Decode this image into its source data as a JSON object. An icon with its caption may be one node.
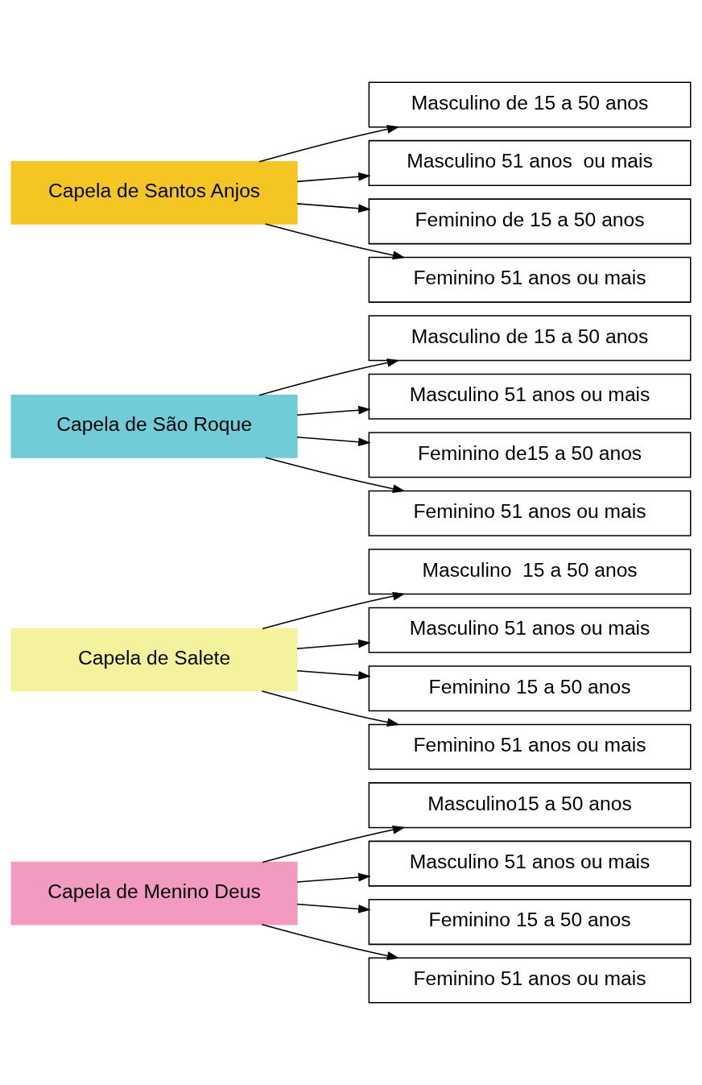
{
  "diagram": {
    "nodes": [
      {
        "text": [
          "Capela de Menino Deus"
        ]
      },
      {
        "text": [
          "Masculino15 a 50 anos"
        ]
      },
      {
        "text": [
          "Masculino 51 anos ou mais"
        ]
      },
      {
        "text": [
          "Feminino 15 a 50 anos"
        ]
      },
      {
        "text": [
          "Feminino 51 anos ou mais"
        ]
      },
      {
        "text": [
          "Capela de Salete"
        ]
      },
      {
        "text": [
          "Masculino  15 a 50 anos"
        ]
      },
      {
        "text": [
          "Masculino 51 anos ou mais"
        ]
      },
      {
        "text": [
          "Feminino 15 a 50 anos"
        ]
      },
      {
        "text": [
          "Feminino 51 anos ou mais"
        ]
      },
      {
        "text": [
          "Capela de São Roque"
        ]
      },
      {
        "text": [
          "Masculino de 15 a 50 anos"
        ]
      },
      {
        "text": [
          "Masculino 51 anos ou mais"
        ]
      },
      {
        "text": [
          "Feminino de15 a 50 anos"
        ]
      },
      {
        "text": [
          "Feminino 51 anos ou mais"
        ]
      },
      {
        "text": [
          "Capela de Santos Anjos"
        ]
      },
      {
        "text": [
          "Masculino de 15 a 50 anos"
        ]
      },
      {
        "text": [
          "Masculino 51 anos  ou mais"
        ]
      },
      {
        "text": [
          "Feminino de 15 a 50 anos"
        ]
      },
      {
        "text": [
          "Feminino 51 anos ou mais"
        ]
      }
    ],
    "edges": [
      {
        "from": 0,
        "to": 1,
        "arrow": "to"
      },
      {
        "from": 0,
        "to": 2,
        "arrow": "to"
      },
      {
        "from": 0,
        "to": 3,
        "arrow": "to"
      },
      {
        "from": 0,
        "to": 4,
        "arrow": "to"
      },
      {
        "from": 5,
        "to": 6,
        "arrow": "to"
      },
      {
        "from": 5,
        "to": 7,
        "arrow": "to"
      },
      {
        "from": 5,
        "to": 8,
        "arrow": "to"
      },
      {
        "from": 5,
        "to": 9,
        "arrow": "to"
      },
      {
        "from": 10,
        "to": 11,
        "arrow": "to"
      },
      {
        "from": 10,
        "to": 12,
        "arrow": "to"
      },
      {
        "from": 10,
        "to": 13,
        "arrow": "to"
      },
      {
        "from": 10,
        "to": 14,
        "arrow": "to"
      },
      {
        "from": 15,
        "to": 16,
        "arrow": "to"
      },
      {
        "from": 15,
        "to": 17,
        "arrow": "to"
      },
      {
        "from": 15,
        "to": 18,
        "arrow": "to"
      },
      {
        "from": 15,
        "to": 19,
        "arrow": "to"
      }
    ]
  }
}
